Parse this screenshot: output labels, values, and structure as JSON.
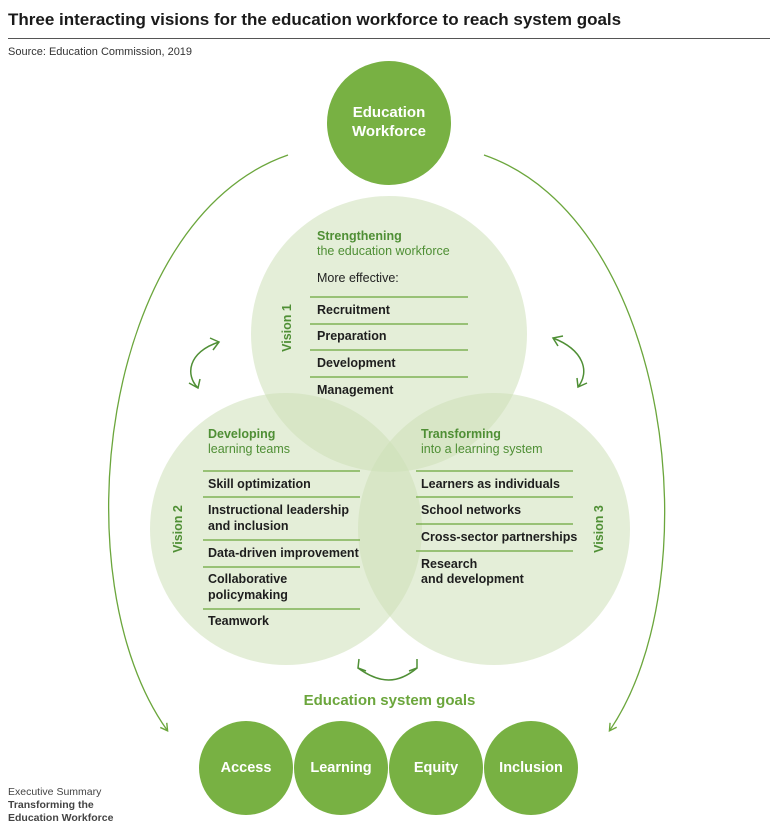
{
  "header": {
    "title": "Three interacting visions for the education workforce to reach system goals",
    "source": "Source: Education Commission, 2019"
  },
  "workforce": {
    "line1": "Education",
    "line2": "Workforce"
  },
  "vision1": {
    "label": "Vision 1",
    "heading_bold": "Strengthening",
    "heading_rest": "the education workforce",
    "subheading": "More effective:",
    "items": [
      "Recruitment",
      "Preparation",
      "Development",
      "Management"
    ]
  },
  "vision2": {
    "label": "Vision 2",
    "heading_bold": "Developing",
    "heading_rest": "learning teams",
    "items": [
      [
        "Skill optimization"
      ],
      [
        "Instructional leadership",
        "and inclusion"
      ],
      [
        "Data-driven improvement"
      ],
      [
        "Collaborative",
        "policymaking"
      ],
      [
        "Teamwork"
      ]
    ]
  },
  "vision3": {
    "label": "Vision 3",
    "heading_bold": "Transforming",
    "heading_rest": "into a learning system",
    "items": [
      [
        "Learners as individuals"
      ],
      [
        "School networks"
      ],
      [
        "Cross-sector partnerships"
      ],
      [
        "Research",
        "and development"
      ]
    ]
  },
  "goals": {
    "title": "Education system goals",
    "items": [
      "Access",
      "Learning",
      "Equity",
      "Inclusion"
    ]
  },
  "footer": {
    "line1": "Executive Summary",
    "line2": "Transforming the",
    "line3": "Education Workforce"
  },
  "colors": {
    "dark_green": "#78b143",
    "text_green": "#4f8f35",
    "circle_fill": "#cde0b8",
    "line_green": "#6ba63c"
  }
}
